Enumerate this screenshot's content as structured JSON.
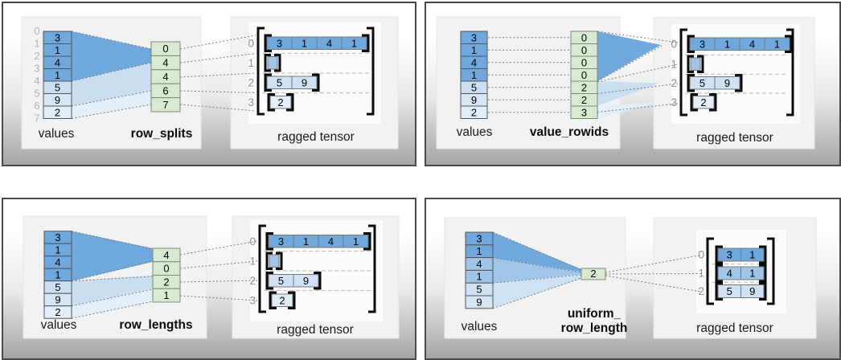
{
  "colors": {
    "dark_blue": "#6fa8dc",
    "medium_blue": "#9fc5e8",
    "light_blue": "#cfe2f3",
    "light_blue_1": "#cbdff2",
    "light_blue_2": "#d7e6f5",
    "light_blue_3": "#e2eef9",
    "green": "#d9ead3"
  },
  "p1": {
    "method_label": "row_splits",
    "values_label": "values",
    "ragged_label": "ragged tensor",
    "value_indices": [
      "0",
      "1",
      "2",
      "3",
      "4",
      "5",
      "6",
      "7"
    ],
    "values": [
      "3",
      "1",
      "4",
      "1",
      "5",
      "9",
      "2"
    ],
    "method_values": [
      "0",
      "4",
      "4",
      "6",
      "7"
    ],
    "row_labels": [
      "0",
      "1",
      "2",
      "3"
    ],
    "rows": [
      [
        "3",
        "1",
        "4",
        "1"
      ],
      [],
      [
        "5",
        "9"
      ],
      [
        "2"
      ]
    ]
  },
  "p2": {
    "method_label": "value_rowids",
    "values_label": "values",
    "ragged_label": "ragged tensor",
    "values": [
      "3",
      "1",
      "4",
      "1",
      "5",
      "9",
      "2"
    ],
    "method_values": [
      "0",
      "0",
      "0",
      "0",
      "2",
      "2",
      "3"
    ],
    "row_labels": [
      "0",
      "1",
      "2",
      "3"
    ],
    "rows": [
      [
        "3",
        "1",
        "4",
        "1"
      ],
      [],
      [
        "5",
        "9"
      ],
      [
        "2"
      ]
    ]
  },
  "p3": {
    "method_label": "row_lengths",
    "values_label": "values",
    "ragged_label": "ragged tensor",
    "values": [
      "3",
      "1",
      "4",
      "1",
      "5",
      "9",
      "2"
    ],
    "method_values": [
      "4",
      "0",
      "2",
      "1"
    ],
    "row_labels": [
      "0",
      "1",
      "2",
      "3"
    ],
    "rows": [
      [
        "3",
        "1",
        "4",
        "1"
      ],
      [],
      [
        "5",
        "9"
      ],
      [
        "2"
      ]
    ]
  },
  "p4": {
    "method_label_line1": "uniform_",
    "method_label_line2": "row_length",
    "values_label": "values",
    "ragged_label": "ragged tensor",
    "values": [
      "3",
      "1",
      "4",
      "1",
      "5",
      "9"
    ],
    "method_values": [
      "2"
    ],
    "row_labels": [
      "0",
      "1",
      "2"
    ],
    "rows": [
      [
        "3",
        "1"
      ],
      [
        "4",
        "1"
      ],
      [
        "5",
        "9"
      ]
    ]
  }
}
